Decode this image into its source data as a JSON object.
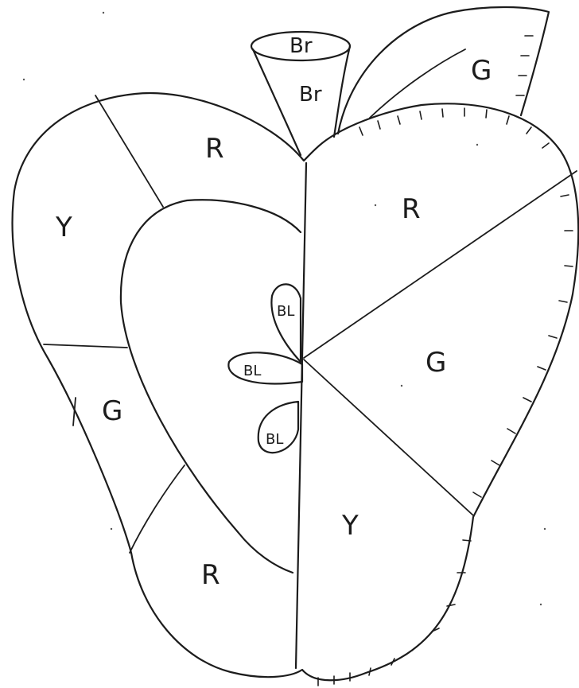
{
  "stem": {
    "top_label": "Br",
    "body_label": "Br"
  },
  "leaf": {
    "label": "G"
  },
  "left_half": {
    "top_band_label": "R",
    "upper_left_label": "Y",
    "lower_left_label": "G",
    "bottom_label": "R"
  },
  "right_half": {
    "top_label": "R",
    "middle_label": "G",
    "bottom_label": "Y"
  },
  "seeds": [
    {
      "label": "BL"
    },
    {
      "label": "BL"
    },
    {
      "label": "BL"
    }
  ]
}
